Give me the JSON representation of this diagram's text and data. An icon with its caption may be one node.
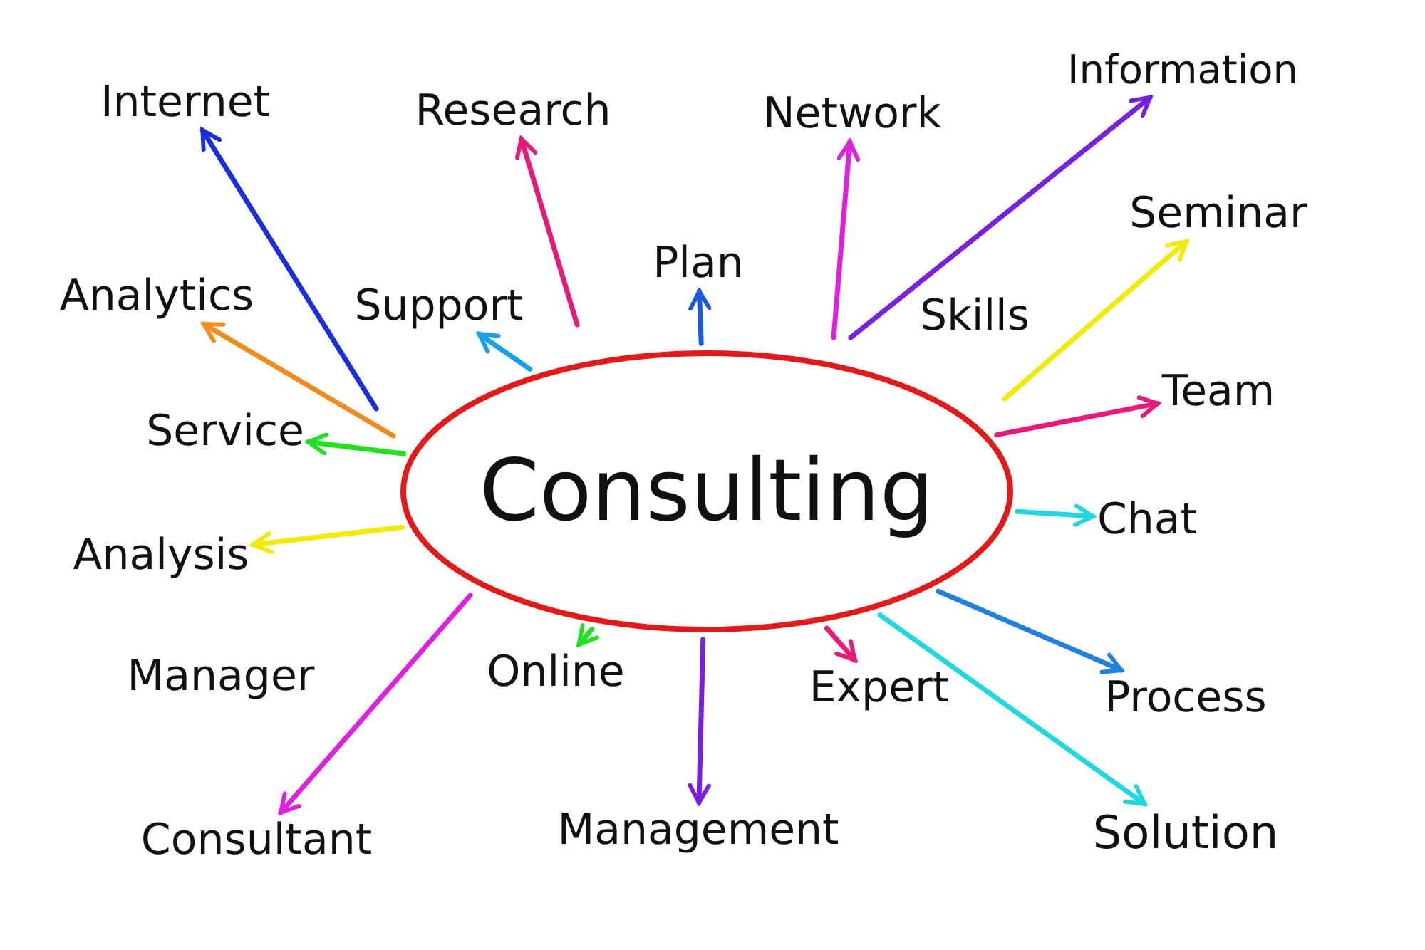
{
  "diagram": {
    "nodes": [
      {
        "text": [
          "Consulting"
        ]
      },
      {
        "text": [
          "Internet"
        ]
      },
      {
        "text": [
          "Research"
        ]
      },
      {
        "text": [
          "Network"
        ]
      },
      {
        "text": [
          "Information"
        ]
      },
      {
        "text": [
          "Seminar"
        ]
      },
      {
        "text": [
          "Analytics"
        ]
      },
      {
        "text": [
          "Support"
        ]
      },
      {
        "text": [
          "Plan"
        ]
      },
      {
        "text": [
          "Team"
        ]
      },
      {
        "text": [
          "Service"
        ]
      },
      {
        "text": [
          "Chat"
        ]
      },
      {
        "text": [
          "Analysis"
        ]
      },
      {
        "text": [
          "Online"
        ]
      },
      {
        "text": [
          "Expert"
        ]
      },
      {
        "text": [
          "Process"
        ]
      },
      {
        "text": [
          "Consultant"
        ]
      },
      {
        "text": [
          "Management"
        ]
      },
      {
        "text": [
          "Solution"
        ]
      }
    ],
    "edges": [
      {
        "from": 0,
        "to": 1,
        "arrow": "to",
        "color": "#1a2ee0"
      },
      {
        "from": 0,
        "to": 2,
        "arrow": "to",
        "color": "#e8197a"
      },
      {
        "from": 0,
        "to": 3,
        "arrow": "to",
        "color": "#e020e0"
      },
      {
        "from": 0,
        "to": 4,
        "arrow": "to",
        "color": "#7a1ee0"
      },
      {
        "from": 0,
        "to": 5,
        "arrow": "to",
        "color": "#f2ea00"
      },
      {
        "from": 0,
        "to": 6,
        "arrow": "to",
        "color": "#f08c1e"
      },
      {
        "from": 0,
        "to": 7,
        "arrow": "to",
        "color": "#1aa0e8"
      },
      {
        "from": 0,
        "to": 8,
        "arrow": "to",
        "color": "#1a5ae0"
      },
      {
        "from": 0,
        "to": 9,
        "arrow": "to",
        "color": "#e8197a"
      },
      {
        "from": 0,
        "to": 10,
        "arrow": "to",
        "color": "#20e020"
      },
      {
        "from": 0,
        "to": 11,
        "arrow": "to",
        "color": "#20d8e0"
      },
      {
        "from": 0,
        "to": 12,
        "arrow": "to",
        "color": "#f2ea00"
      },
      {
        "from": 0,
        "to": 13,
        "arrow": "to",
        "color": "#20e020"
      },
      {
        "from": 0,
        "to": 14,
        "arrow": "to",
        "color": "#e8197a"
      },
      {
        "from": 0,
        "to": 15,
        "arrow": "to",
        "color": "#2080e0"
      },
      {
        "from": 0,
        "to": 16,
        "arrow": "to",
        "color": "#e020e0"
      },
      {
        "from": 0,
        "to": 17,
        "arrow": "to",
        "color": "#7a1ee0"
      },
      {
        "from": 0,
        "to": 18,
        "arrow": "to",
        "color": "#20d8e0"
      }
    ],
    "labels": [
      "Skills",
      "Manager"
    ]
  }
}
